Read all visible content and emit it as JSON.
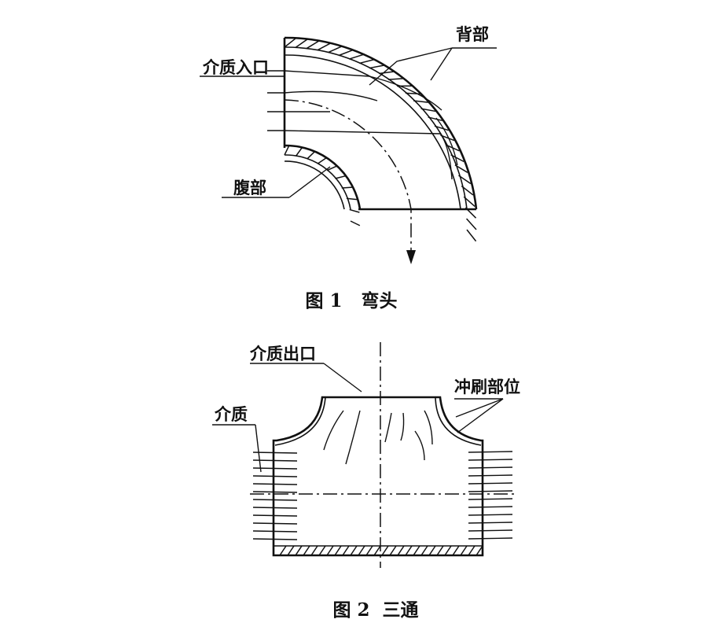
{
  "figure1": {
    "label_back": "背部",
    "label_inlet": "介质入口",
    "label_belly": "腹部",
    "caption": "图 1   弯头"
  },
  "figure2": {
    "label_outlet": "介质出口",
    "label_medium": "介质",
    "label_erosion": "冲刷部位",
    "caption": "图 2  三通"
  }
}
